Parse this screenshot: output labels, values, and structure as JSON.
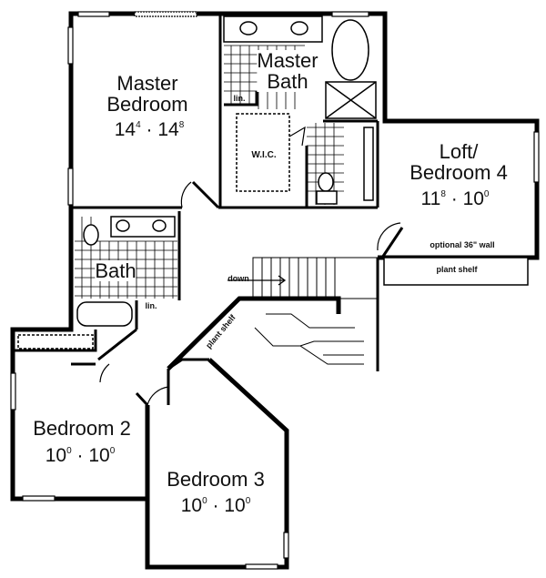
{
  "rooms": {
    "master_bedroom": {
      "name_line1": "Master",
      "name_line2": "Bedroom",
      "dim_a": "14",
      "dim_a_sup": "4",
      "dim_b": "14",
      "dim_b_sup": "8"
    },
    "master_bath": {
      "name_line1": "Master",
      "name_line2": "Bath"
    },
    "wic": {
      "name": "W.I.C."
    },
    "loft": {
      "name_line1": "Loft/",
      "name_line2": "Bedroom 4",
      "dim_a": "11",
      "dim_a_sup": "8",
      "dim_b": "10",
      "dim_b_sup": "0"
    },
    "bath": {
      "name": "Bath"
    },
    "bedroom2": {
      "name": "Bedroom 2",
      "dim_a": "10",
      "dim_a_sup": "0",
      "dim_b": "10",
      "dim_b_sup": "0"
    },
    "bedroom3": {
      "name": "Bedroom 3",
      "dim_a": "10",
      "dim_a_sup": "0",
      "dim_b": "10",
      "dim_b_sup": "0"
    }
  },
  "notes": {
    "linen1": "lin.",
    "linen2": "lin.",
    "optional_wall": "optional 36\" wall",
    "plant_shelf_1": "plant shelf",
    "plant_shelf_2": "plant shelf",
    "stairs_down": "down"
  },
  "separator": "·"
}
